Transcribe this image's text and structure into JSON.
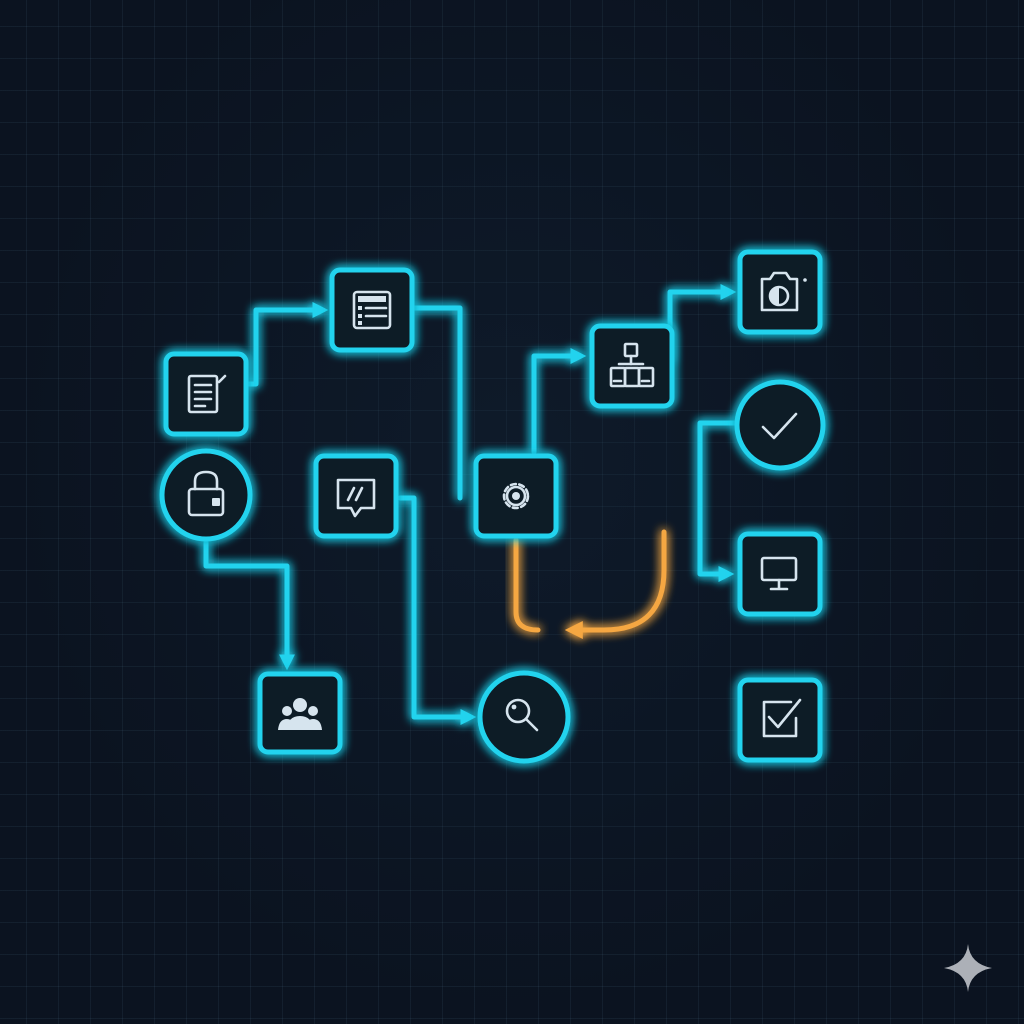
{
  "colors": {
    "background": "#0b1320",
    "flow": "#22d3ee",
    "loop": "#f5a742",
    "icon": "#d6e4ee",
    "watermark": "#c9cdd2"
  },
  "nodes": [
    {
      "id": "document",
      "shape": "square",
      "icon": "document-icon"
    },
    {
      "id": "list",
      "shape": "square",
      "icon": "list-icon"
    },
    {
      "id": "lock",
      "shape": "circle",
      "icon": "lock-icon"
    },
    {
      "id": "chat",
      "shape": "square",
      "icon": "chat-edit-icon"
    },
    {
      "id": "users",
      "shape": "square",
      "icon": "users-icon"
    },
    {
      "id": "gear",
      "shape": "square",
      "icon": "gear-icon"
    },
    {
      "id": "network",
      "shape": "square",
      "icon": "network-icon"
    },
    {
      "id": "camera",
      "shape": "square",
      "icon": "camera-icon"
    },
    {
      "id": "check-circle",
      "shape": "circle",
      "icon": "check-icon"
    },
    {
      "id": "monitor",
      "shape": "square",
      "icon": "monitor-icon"
    },
    {
      "id": "search",
      "shape": "circle",
      "icon": "search-icon"
    },
    {
      "id": "checkbox",
      "shape": "square",
      "icon": "checkbox-icon"
    }
  ],
  "edges": [
    {
      "from": "document",
      "to": "list",
      "style": "flow"
    },
    {
      "from": "document",
      "to": "lock",
      "style": "flow"
    },
    {
      "from": "lock",
      "to": "chat",
      "style": "flow"
    },
    {
      "from": "lock",
      "to": "users",
      "style": "flow"
    },
    {
      "from": "list",
      "to": "gear",
      "style": "flow"
    },
    {
      "from": "chat",
      "to": "search",
      "style": "flow"
    },
    {
      "from": "gear",
      "to": "network",
      "style": "flow"
    },
    {
      "from": "network",
      "to": "camera",
      "style": "flow"
    },
    {
      "from": "camera",
      "to": "check-circle",
      "style": "flow"
    },
    {
      "from": "check-circle",
      "to": "monitor",
      "style": "flow"
    },
    {
      "from": "monitor",
      "to": "checkbox",
      "style": "flow"
    },
    {
      "from": "search",
      "to": "checkbox",
      "style": "flow"
    },
    {
      "from": "network",
      "to": "gear",
      "style": "loop"
    }
  ]
}
